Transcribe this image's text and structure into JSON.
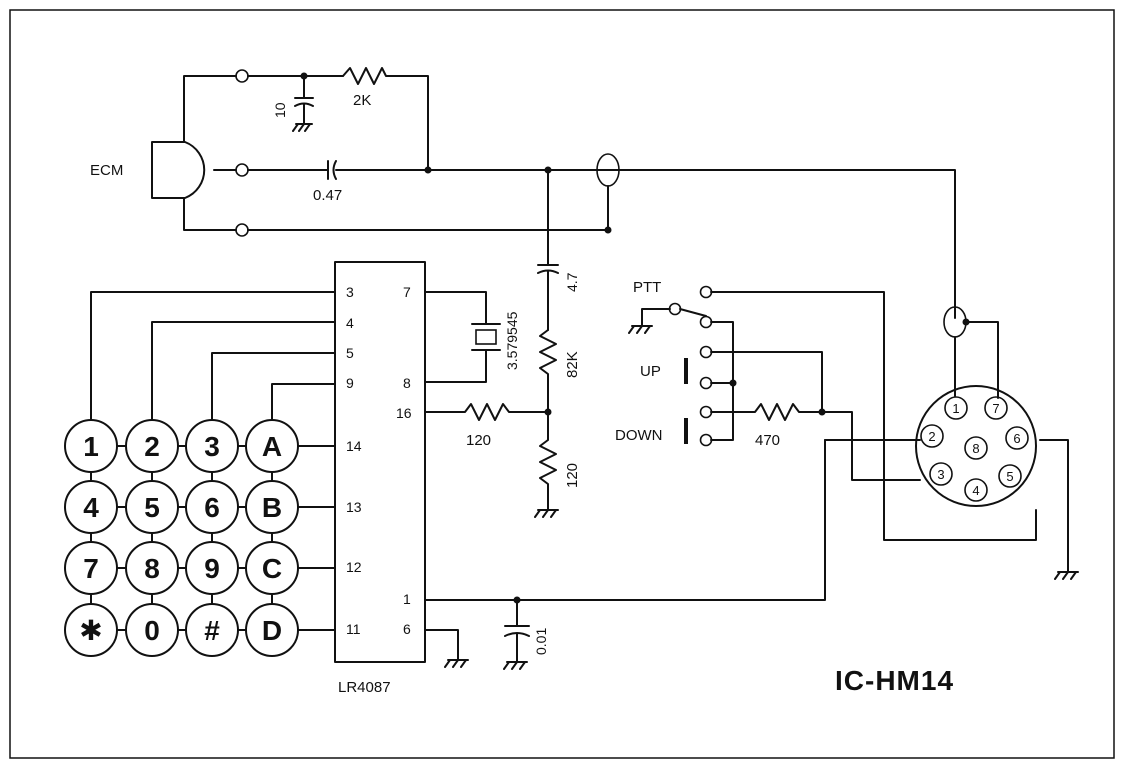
{
  "title": "IC-HM14",
  "ic": {
    "name": "LR4087",
    "pins": [
      "3",
      "4",
      "5",
      "9",
      "14",
      "13",
      "12",
      "11",
      "7",
      "8",
      "16",
      "1",
      "6"
    ]
  },
  "components": {
    "ecm": "ECM",
    "c_10": "10",
    "r_2k": "2K",
    "c_047": "0.47",
    "c_47": "4.7",
    "xtal": "3.579545",
    "r_82k": "82K",
    "r_120a": "120",
    "r_120b": "120",
    "c_001": "0.01",
    "r_470": "470"
  },
  "switches": {
    "ptt": "PTT",
    "up": "UP",
    "down": "DOWN"
  },
  "keypad": {
    "rows": [
      [
        "1",
        "2",
        "3",
        "A"
      ],
      [
        "4",
        "5",
        "6",
        "B"
      ],
      [
        "7",
        "8",
        "9",
        "C"
      ],
      [
        "✱",
        "0",
        "#",
        "D"
      ]
    ]
  },
  "connector": {
    "pins": [
      "1",
      "2",
      "3",
      "4",
      "5",
      "6",
      "7",
      "8"
    ]
  }
}
